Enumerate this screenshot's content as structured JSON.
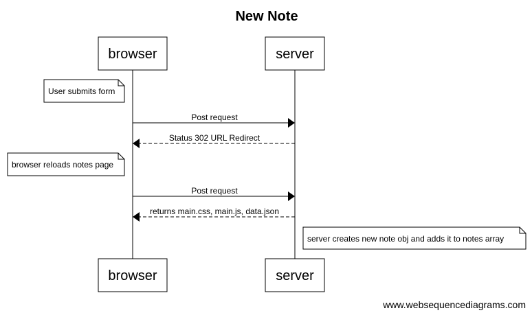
{
  "diagram": {
    "title": "New Note",
    "participants": {
      "browser": "browser",
      "server": "server"
    },
    "steps": [
      {
        "kind": "note",
        "side": "left",
        "actor": "browser",
        "text": "User submits form"
      },
      {
        "kind": "message",
        "from": "browser",
        "to": "server",
        "style": "solid",
        "label": "Post request"
      },
      {
        "kind": "message",
        "from": "server",
        "to": "browser",
        "style": "dashed",
        "label": "Status 302 URL Redirect"
      },
      {
        "kind": "note",
        "side": "left",
        "actor": "browser",
        "text": "browser reloads notes page"
      },
      {
        "kind": "message",
        "from": "browser",
        "to": "server",
        "style": "solid",
        "label": "Post request"
      },
      {
        "kind": "message",
        "from": "server",
        "to": "browser",
        "style": "dashed",
        "label": "returns main.css, main.js, data.json"
      },
      {
        "kind": "note",
        "side": "right",
        "actor": "server",
        "text": "server creates new note obj and adds it to notes array"
      }
    ]
  },
  "watermark": "www.websequencediagrams.com"
}
